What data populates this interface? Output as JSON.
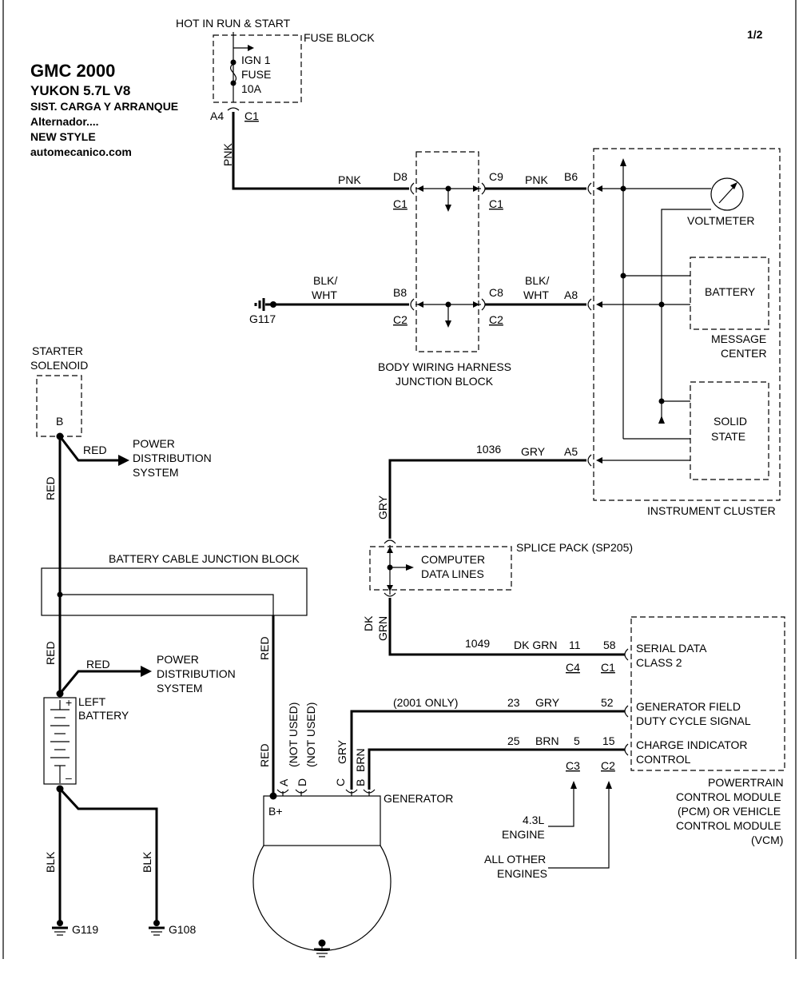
{
  "title": {
    "make": "GMC 2000",
    "model": "YUKON  5.7L  V8",
    "system": "SIST. CARGA Y ARRANQUE",
    "component": "Alternador....",
    "style": "NEW STYLE",
    "site": "automecanico.com"
  },
  "page_number": "1/2",
  "components": {
    "hot_in_run": "HOT IN RUN & START",
    "fuse_block": "FUSE BLOCK",
    "fuse_ign": "IGN 1",
    "fuse_fuse": "FUSE",
    "fuse_amp": "10A",
    "bwh_line1": "BODY WIRING HARNESS",
    "bwh_line2": "JUNCTION BLOCK",
    "voltmeter": "VOLTMETER",
    "battery_ind": "BATTERY",
    "msg_center1": "MESSAGE",
    "msg_center2": "CENTER",
    "solid1": "SOLID",
    "solid2": "STATE",
    "cluster": "INSTRUMENT CLUSTER",
    "starter1": "STARTER",
    "starter2": "SOLENOID",
    "pds_a1": "POWER",
    "pds_a2": "DISTRIBUTION",
    "pds_a3": "SYSTEM",
    "pds_b1": "POWER",
    "pds_b2": "DISTRIBUTION",
    "pds_b3": "SYSTEM",
    "splice": "SPLICE PACK (SP205)",
    "comp_lines1": "COMPUTER",
    "comp_lines2": "DATA LINES",
    "bcjb": "BATTERY CABLE JUNCTION BLOCK",
    "left_batt1": "LEFT",
    "left_batt2": "BATTERY",
    "generator": "GENERATOR",
    "gen_bplus": "B+",
    "serial1": "SERIAL DATA",
    "serial2": "CLASS 2",
    "genfield1": "GENERATOR FIELD",
    "genfield2": "DUTY CYCLE SIGNAL",
    "charge1": "CHARGE INDICATOR",
    "charge2": "CONTROL",
    "pcm1": "POWERTRAIN",
    "pcm2": "CONTROL MODULE",
    "pcm3": "(PCM) OR VEHICLE",
    "pcm4": "CONTROL MODULE",
    "pcm5": "(VCM)",
    "eng43_1": "4.3L",
    "eng43_2": "ENGINE",
    "engall1": "ALL OTHER",
    "engall2": "ENGINES",
    "only2001": "(2001 ONLY)"
  },
  "wire_colors": {
    "pnk_v": "PNK",
    "pnk_h1": "PNK",
    "pnk_h2": "PNK",
    "blkwht1_a": "BLK/",
    "blkwht1_b": "WHT",
    "blkwht2_a": "BLK/",
    "blkwht2_b": "WHT",
    "gry_1036": "GRY",
    "gry_v": "GRY",
    "dkgrn_v_a": "DK",
    "dkgrn_v_b": "GRN",
    "dkgrn_h": "DK GRN",
    "red_sol": "RED",
    "red_1": "RED",
    "red_2": "RED",
    "red_3": "RED",
    "red_4": "RED",
    "blk_1": "BLK",
    "blk_2": "BLK",
    "gry_23": "GRY",
    "brn_25": "BRN",
    "gry_gen": "GRY",
    "brn_gen": "BRN",
    "notused_a": "(NOT USED)",
    "notused_d": "(NOT USED)"
  },
  "circuits": {
    "c1036": "1036",
    "c1049": "1049",
    "c23": "23",
    "c25": "25"
  },
  "pins": {
    "a4": "A4",
    "c1_fuse": "C1",
    "d8": "D8",
    "c9": "C9",
    "b6": "B6",
    "c1_left": "C1",
    "c1_right": "C1",
    "b8": "B8",
    "c8": "C8",
    "a8": "A8",
    "c2_left": "C2",
    "c2_right": "C2",
    "a5": "A5",
    "sol_b": "B",
    "p11": "11",
    "p58": "58",
    "c4": "C4",
    "c1_pcm": "C1",
    "p52": "52",
    "p5": "5",
    "p15": "15",
    "c3_pcm": "C3",
    "c2_pcm": "C2",
    "gen_a": "A",
    "gen_d": "D",
    "gen_c": "C",
    "gen_b": "B",
    "batt_plus": "+",
    "batt_minus": "–"
  },
  "grounds": {
    "g117": "G117",
    "g119": "G119",
    "g108": "G108"
  }
}
